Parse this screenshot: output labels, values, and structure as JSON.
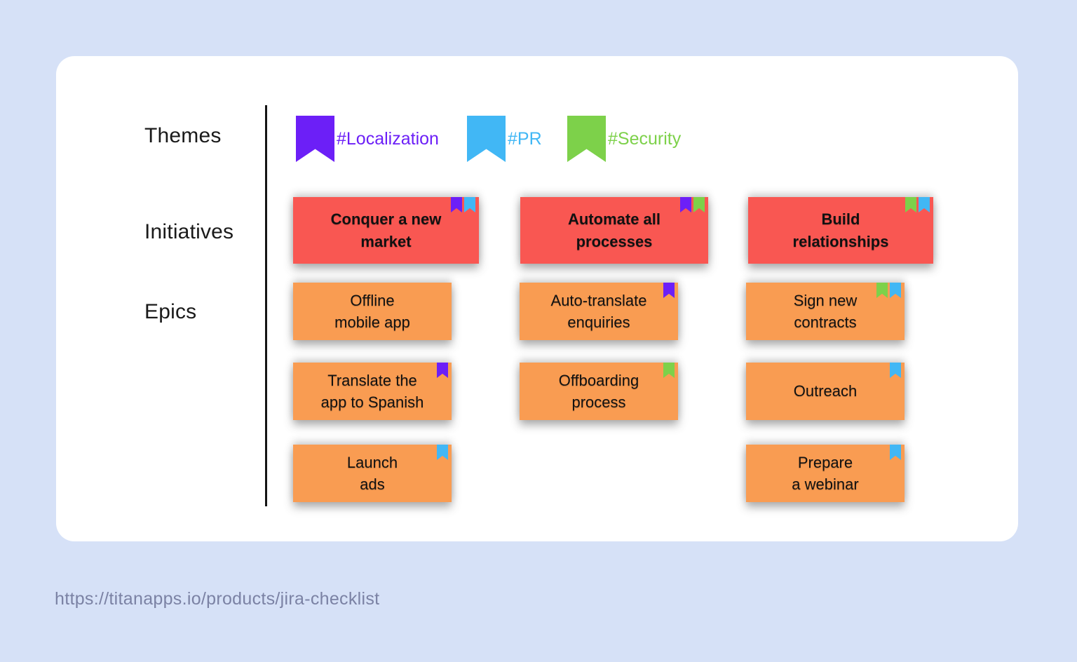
{
  "page": {
    "caption_url": "https://titanapps.io/products/jira-checklist",
    "background_color": "#d6e1f7",
    "board_color": "#ffffff"
  },
  "row_labels": {
    "themes": "Themes",
    "initiatives": "Initiatives",
    "epics": "Epics"
  },
  "theme_colors": {
    "localization": "#6c1ff7",
    "pr": "#41b7f5",
    "security": "#7dd14a"
  },
  "card_colors": {
    "initiative": "#f95752",
    "epic": "#f99c52"
  },
  "themes": [
    {
      "label": "#Localization",
      "tag": "localization"
    },
    {
      "label": "#PR",
      "tag": "pr"
    },
    {
      "label": "#Security",
      "tag": "security"
    }
  ],
  "columns": [
    {
      "initiative": {
        "title": "Conquer a new\nmarket",
        "tags": [
          "localization",
          "pr"
        ]
      },
      "epics": [
        {
          "title": "Offline\nmobile app",
          "tags": []
        },
        {
          "title": "Translate the\napp to Spanish",
          "tags": [
            "localization"
          ]
        },
        {
          "title": "Launch\nads",
          "tags": [
            "pr"
          ]
        }
      ]
    },
    {
      "initiative": {
        "title": "Automate all\nprocesses",
        "tags": [
          "localization",
          "security"
        ]
      },
      "epics": [
        {
          "title": "Auto-translate\nenquiries",
          "tags": [
            "localization"
          ]
        },
        {
          "title": "Offboarding\nprocess",
          "tags": [
            "security"
          ]
        }
      ]
    },
    {
      "initiative": {
        "title": "Build\nrelationships",
        "tags": [
          "security",
          "pr"
        ]
      },
      "epics": [
        {
          "title": "Sign new\ncontracts",
          "tags": [
            "security",
            "pr"
          ]
        },
        {
          "title": "Outreach",
          "tags": [
            "pr"
          ]
        },
        {
          "title": "Prepare\na webinar",
          "tags": [
            "pr"
          ]
        }
      ]
    }
  ]
}
